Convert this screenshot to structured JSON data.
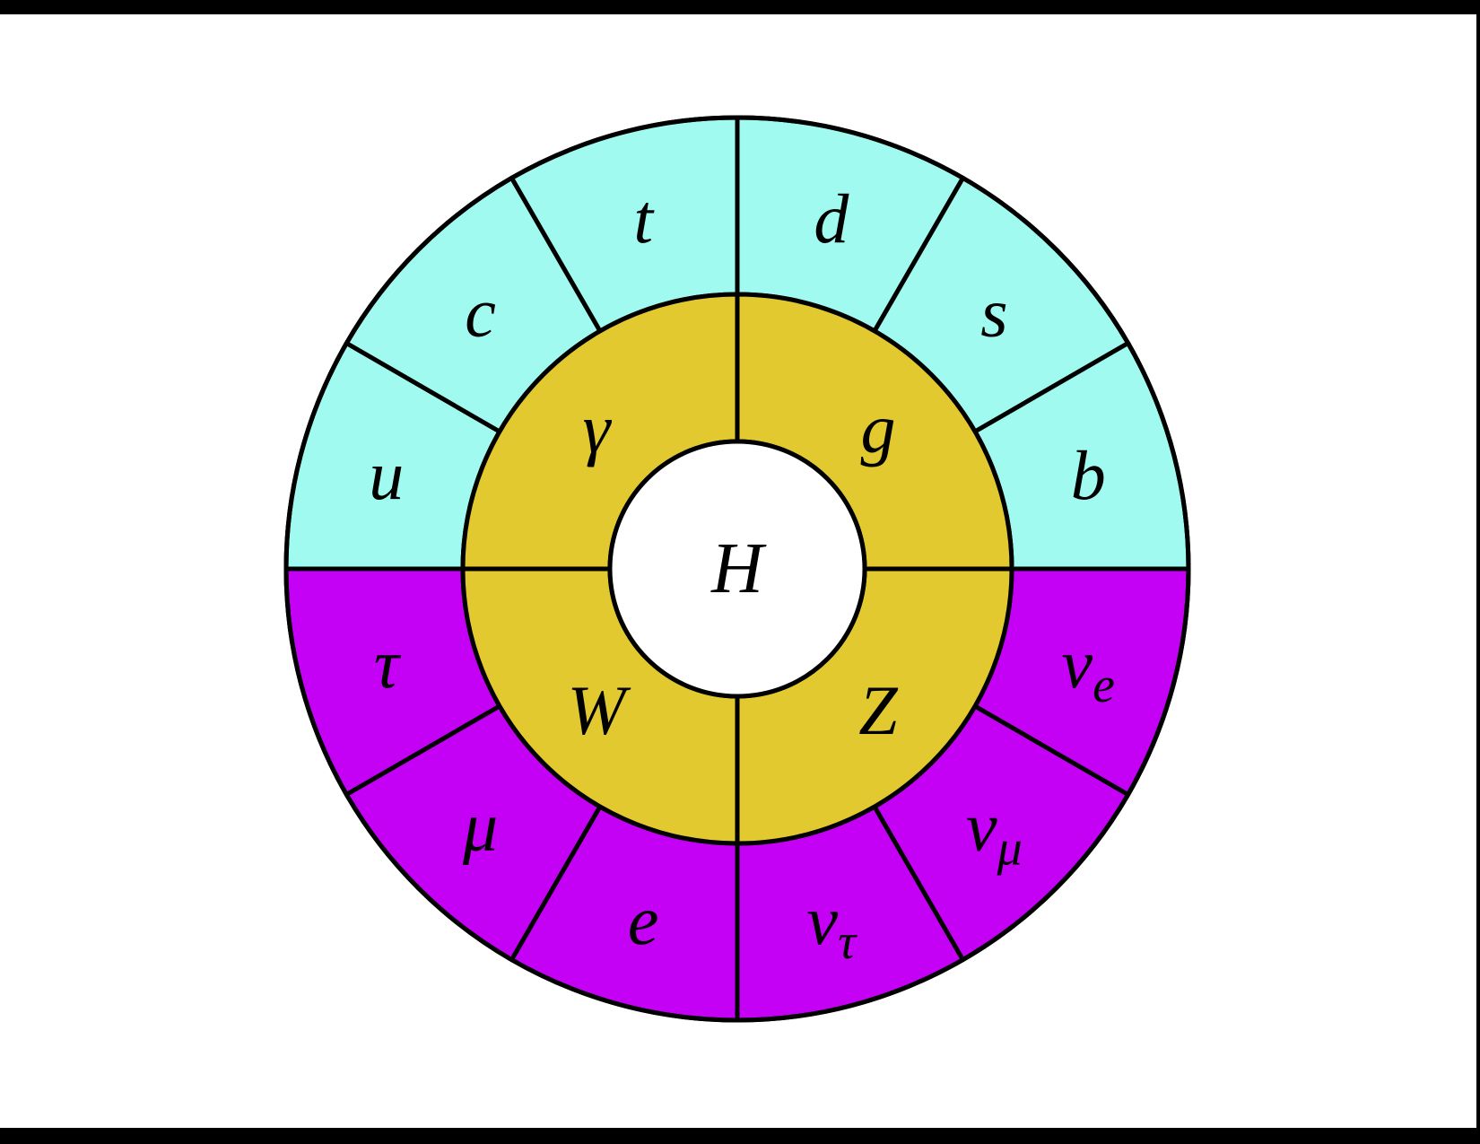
{
  "colors": {
    "quarks": "#a0faf0",
    "bosons": "#e2c930",
    "leptons": "#c400f5",
    "higgs": "#ffffff",
    "stroke": "#000000"
  },
  "higgs": {
    "label": "H"
  },
  "bosons": [
    {
      "name": "photon",
      "label": "γ"
    },
    {
      "name": "gluon",
      "label": "g"
    },
    {
      "name": "w-boson",
      "label": "W"
    },
    {
      "name": "z-boson",
      "label": "Z"
    }
  ],
  "quarks": [
    {
      "name": "up",
      "label": "u"
    },
    {
      "name": "charm",
      "label": "c"
    },
    {
      "name": "top",
      "label": "t"
    },
    {
      "name": "down",
      "label": "d"
    },
    {
      "name": "strange",
      "label": "s"
    },
    {
      "name": "bottom",
      "label": "b"
    }
  ],
  "leptons": [
    {
      "name": "tau",
      "label": "τ",
      "sub": ""
    },
    {
      "name": "muon",
      "label": "μ",
      "sub": ""
    },
    {
      "name": "electron",
      "label": "e",
      "sub": ""
    },
    {
      "name": "tau-neutrino",
      "label": "ν",
      "sub": "τ"
    },
    {
      "name": "muon-neutrino",
      "label": "ν",
      "sub": "μ"
    },
    {
      "name": "electron-neutrino",
      "label": "ν",
      "sub": "e"
    }
  ]
}
